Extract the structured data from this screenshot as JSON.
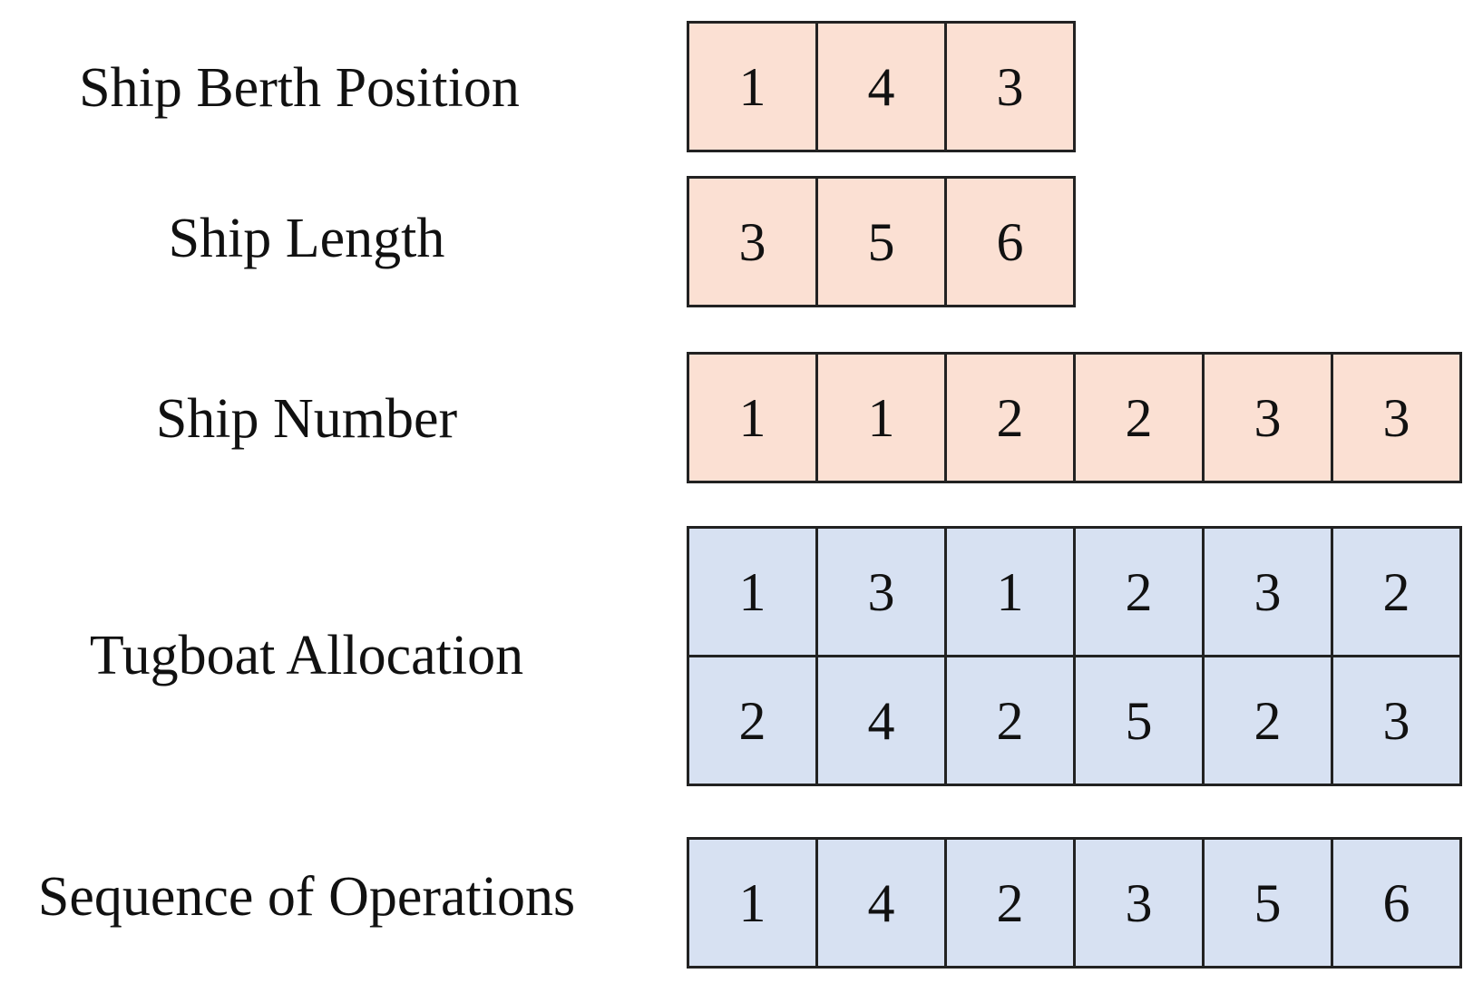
{
  "colors": {
    "orange_fill": "#fbe0d3",
    "blue_fill": "#d7e1f2",
    "border": "#222222"
  },
  "rows": [
    {
      "id": "ship-berth-position",
      "label": "Ship Berth Position",
      "fill": "orange",
      "cells": [
        [
          "1",
          "4",
          "3"
        ]
      ]
    },
    {
      "id": "ship-length",
      "label": "Ship Length",
      "fill": "orange",
      "cells": [
        [
          "3",
          "5",
          "6"
        ]
      ]
    },
    {
      "id": "ship-number",
      "label": "Ship Number",
      "fill": "orange",
      "cells": [
        [
          "1",
          "1",
          "2",
          "2",
          "3",
          "3"
        ]
      ]
    },
    {
      "id": "tugboat-allocation",
      "label": "Tugboat Allocation",
      "fill": "blue",
      "cells": [
        [
          "1",
          "3",
          "1",
          "2",
          "3",
          "2"
        ],
        [
          "2",
          "4",
          "2",
          "5",
          "2",
          "3"
        ]
      ]
    },
    {
      "id": "sequence-of-operations",
      "label": "Sequence of Operations",
      "fill": "blue",
      "cells": [
        [
          "1",
          "4",
          "2",
          "3",
          "5",
          "6"
        ]
      ]
    }
  ]
}
